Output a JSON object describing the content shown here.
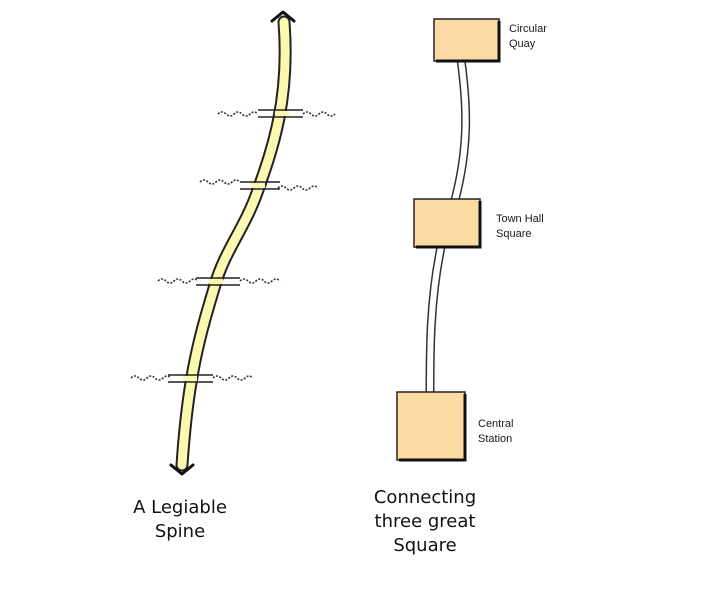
{
  "left_panel": {
    "caption": "A Legiable\nSpine",
    "spine_color": "#fdf8b0",
    "spine_outline": "#222222",
    "arrow_icons": [
      "arrow-up-icon",
      "arrow-down-icon"
    ]
  },
  "right_panel": {
    "caption": "Connecting\nthree great\nSquare",
    "square_color": "#fdd9a3",
    "squares": [
      {
        "label": "Circular\nQuay"
      },
      {
        "label": "Town Hall\nSquare"
      },
      {
        "label": "Central\nStation"
      }
    ]
  }
}
